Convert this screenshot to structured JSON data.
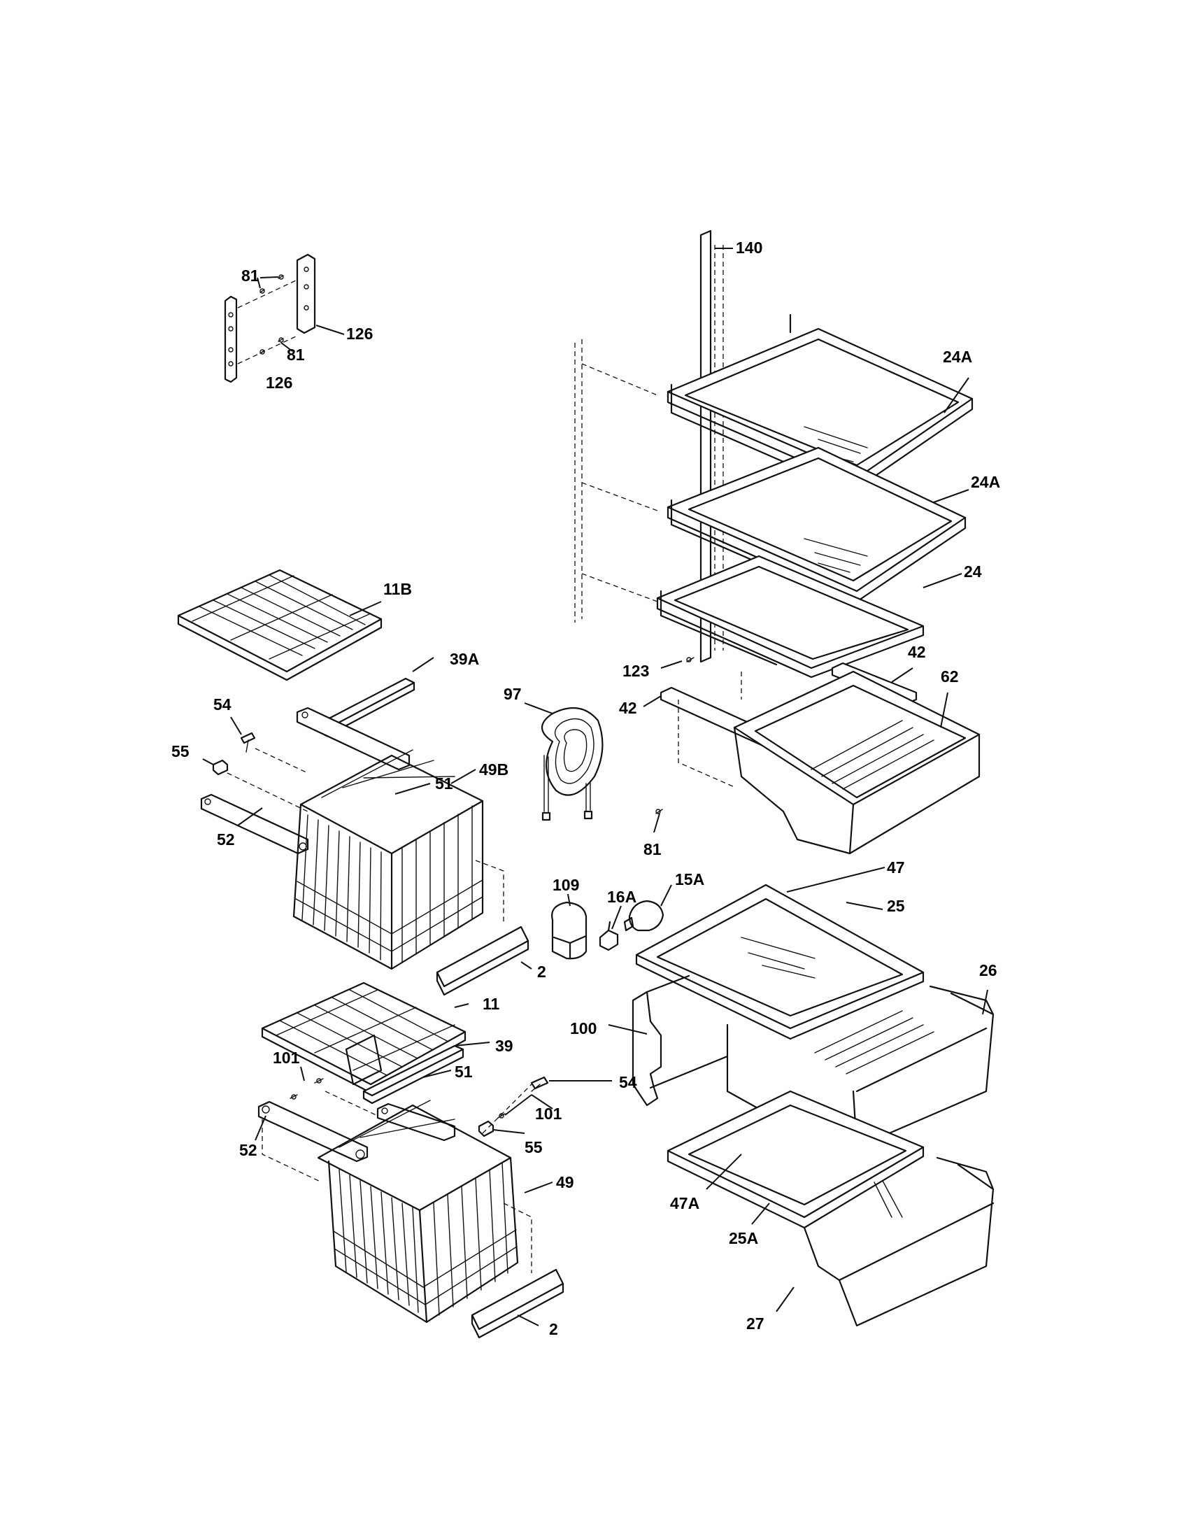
{
  "labels": {
    "l140": "140",
    "l81a": "81",
    "l126a": "126",
    "l81b": "81",
    "l126b": "126",
    "l24Aa": "24A",
    "l24Ab": "24A",
    "l24": "24",
    "l11B": "11B",
    "l39A": "39A",
    "l123": "123",
    "l42a": "42",
    "l62": "62",
    "l42b": "42",
    "l97": "97",
    "l54a": "54",
    "l55a": "55",
    "l51a": "51",
    "l49B": "49B",
    "l52a": "52",
    "l81c": "81",
    "l109": "109",
    "l16A": "16A",
    "l15A": "15A",
    "l47": "47",
    "l25": "25",
    "l2a": "2",
    "l26": "26",
    "l11": "11",
    "l100": "100",
    "l39": "39",
    "l101a": "101",
    "l51b": "51",
    "l54b": "54",
    "l101b": "101",
    "l55b": "55",
    "l52b": "52",
    "l49": "49",
    "l47A": "47A",
    "l25A": "25A",
    "l2b": "2",
    "l27": "27"
  }
}
